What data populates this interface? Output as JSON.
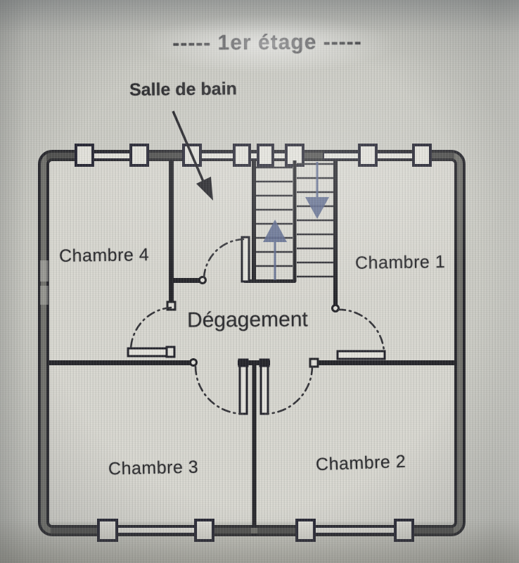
{
  "title": "-----  1er étage  -----",
  "floor_plan": {
    "annotation": {
      "label": "Salle de bain"
    },
    "rooms": [
      {
        "id": "chambre4",
        "label": "Chambre 4"
      },
      {
        "id": "chambre1",
        "label": "Chambre 1"
      },
      {
        "id": "degagement",
        "label": "Dégagement"
      },
      {
        "id": "chambre3",
        "label": "Chambre 3"
      },
      {
        "id": "chambre2",
        "label": "Chambre 2"
      }
    ],
    "stairs": {
      "up_arrow": "up",
      "down_arrow": "down"
    },
    "colors": {
      "wall_outline": "#191920",
      "wall_fill": "#6b6b66",
      "window_fill": "#e6e5de",
      "arrow_blue": "#4f5d87",
      "background": "#ccccc5",
      "text": "#1e1e22"
    }
  }
}
